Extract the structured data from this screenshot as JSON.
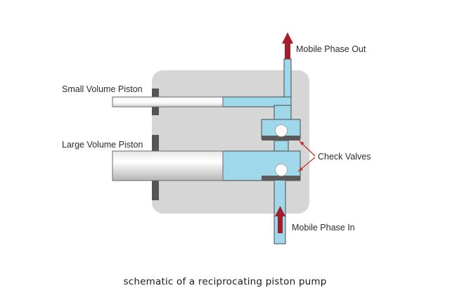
{
  "diagram": {
    "labels": {
      "small_piston": "Small Volume Piston",
      "large_piston": "Large Volume Piston",
      "phase_out": "Mobile Phase Out",
      "phase_in": "Mobile Phase In",
      "check_valves": "Check Valves"
    },
    "caption": "schematic of a reciprocating piston pump"
  },
  "colors": {
    "housing": "#d6d6d6",
    "fluid": "#9fd8ea",
    "fluid_stroke": "#4a4a4a",
    "arrow": "#a51c2b",
    "seal": "#555555",
    "valve_seat": "#5a5a5a",
    "pointer": "#c0392b"
  }
}
